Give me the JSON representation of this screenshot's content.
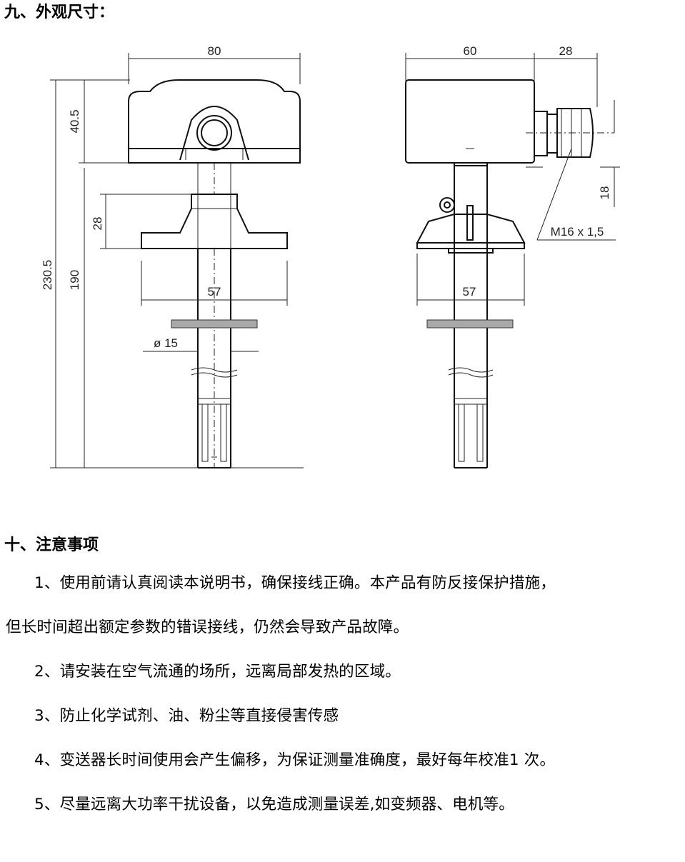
{
  "section9": {
    "title": "九、外观尺寸："
  },
  "drawing": {
    "dims": {
      "top_width_front": "80",
      "top_width_side": "60",
      "gland_len": "28",
      "head_height": "40.5",
      "total_height": "230.5",
      "probe_length": "190",
      "flange_height": "28",
      "flange_width_front": "57",
      "flange_width_side": "57",
      "diameter": "ø 15",
      "gland_offset": "18",
      "thread": "M16 x 1,5"
    }
  },
  "section10": {
    "title": "十、注意事项",
    "items": [
      {
        "line1": "1、使用前请认真阅读本说明书，确保接线正确。本产品有防反接保护措施，",
        "line2": "但长时间超出额定参数的错误接线，仍然会导致产品故障。"
      },
      {
        "line1": "2、请安装在空气流通的场所，远离局部发热的区域。"
      },
      {
        "line1": "3、防止化学试剂、油、粉尘等直接侵害传感"
      },
      {
        "line1": "4、变送器长时间使用会产生偏移，为保证测量准确度，最好每年校准1  次。"
      },
      {
        "line1": "5、尽量远离大功率干扰设备，以免造成测量误差,如变频器、电机等。"
      }
    ]
  }
}
